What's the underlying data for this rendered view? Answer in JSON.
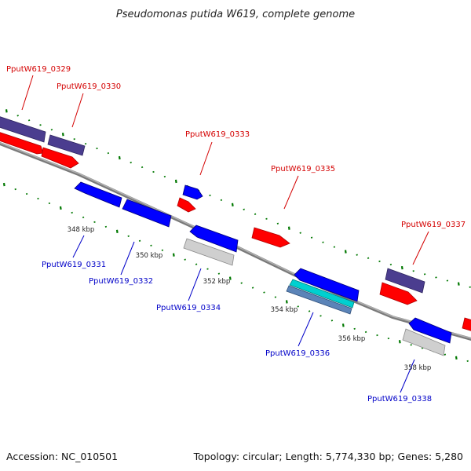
{
  "title": "Pseudomonas putida W619, complete genome",
  "footer": {
    "accession": "Accession: NC_010501",
    "summary": "Topology: circular; Length: 5,774,330 bp; Genes: 5,280"
  },
  "colors": {
    "forward_label": "#d40000",
    "reverse_label": "#0000c8",
    "red_gene": "#ff0000",
    "blue_gene": "#0000ff",
    "purple_gene": "#4b3d8f",
    "gray_gene": "#c8c8c8",
    "cyan_gene": "#00c8c8",
    "steel_gene": "#5b84b8",
    "backbone": "#8c8c8c",
    "tick": "#007800"
  },
  "ticks": [
    "348 kbp",
    "350 kbp",
    "352 kbp",
    "354 kbp",
    "356 kbp",
    "358 kbp"
  ],
  "gene_labels": {
    "g0329": "PputW619_0329",
    "g0330": "PputW619_0330",
    "g0331": "PputW619_0331",
    "g0332": "PputW619_0332",
    "g0333": "PputW619_0333",
    "g0334": "PputW619_0334",
    "g0335": "PputW619_0335",
    "g0336": "PputW619_0336",
    "g0337": "PputW619_0337",
    "g0338": "PputW619_0338"
  }
}
